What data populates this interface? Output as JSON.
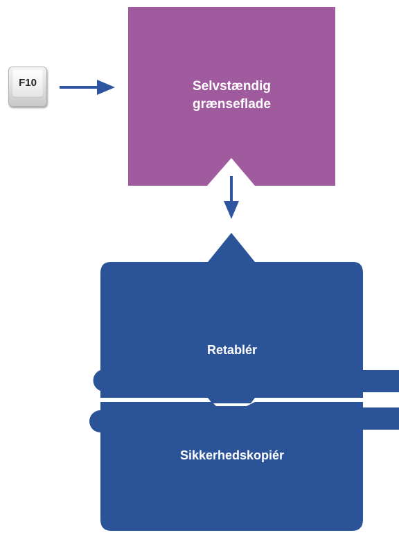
{
  "key": {
    "label": "F10"
  },
  "standalone_box": {
    "line1": "Selvstændig",
    "line2": "grænseflade",
    "color": "#a05a9e"
  },
  "restore_block": {
    "label": "Retablér",
    "color": "#2b5398"
  },
  "backup_block": {
    "label": "Sikkerhedskopiér",
    "color": "#2b5398"
  },
  "arrow_color": "#2f55a0"
}
